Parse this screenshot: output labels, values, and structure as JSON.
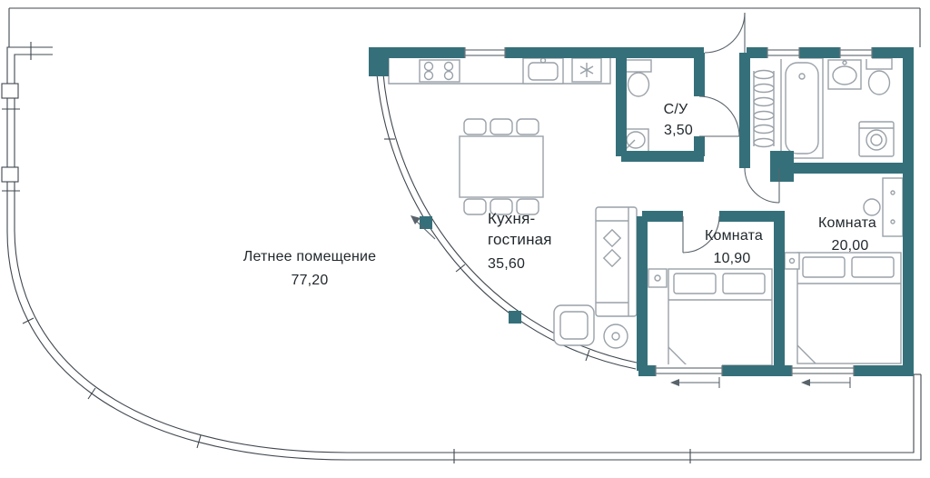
{
  "colors": {
    "wall": "#35707a",
    "furniture": "#99a1a8",
    "site_line": "#40484f",
    "window_line": "#6e777e",
    "door_line": "#59636b",
    "text": "#21282d",
    "background": "#ffffff"
  },
  "rooms": {
    "terrace": {
      "name": "Летнее помещение",
      "area": "77,20"
    },
    "kitchen_living": {
      "name_line1": "Кухня-",
      "name_line2": "гостиная",
      "area": "35,60"
    },
    "bathroom": {
      "name": "С/У",
      "area": "3,50"
    },
    "bedroom_small": {
      "name": "Комната",
      "area": "10,90"
    },
    "bedroom_large": {
      "name": "Комната",
      "area": "20,00"
    }
  }
}
